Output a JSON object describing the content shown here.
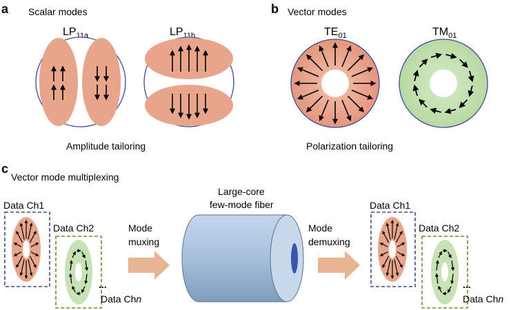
{
  "panels": {
    "a": {
      "letter": "a",
      "title": "Scalar modes",
      "mode_left": {
        "main": "LP",
        "sub": "11a"
      },
      "mode_right": {
        "main": "LP",
        "sub": "11b"
      },
      "caption": "Amplitude tailoring"
    },
    "b": {
      "letter": "b",
      "title": "Vector modes",
      "mode_left": {
        "main": "TE",
        "sub": "01"
      },
      "mode_right": {
        "main": "TM",
        "sub": "01"
      },
      "caption": "Polarization tailoring"
    },
    "c": {
      "letter": "c",
      "title": "Vector mode multiplexing",
      "input": {
        "ch1": "Data Ch1",
        "ch2": "Data Ch2",
        "dots": "...",
        "chn_prefix": "Data Ch",
        "chn_var": "n"
      },
      "mux": {
        "line1": "Mode",
        "line2": "muxing"
      },
      "fiber": {
        "line1": "Large-core",
        "line2": "few-mode fiber"
      },
      "demux": {
        "line1": "Mode",
        "line2": "demuxing"
      },
      "output": {
        "ch1": "Data Ch1",
        "ch2": "Data Ch2",
        "dots": "...",
        "chn_prefix": "Data Ch",
        "chn_var": "n"
      }
    }
  },
  "colors": {
    "salmon": "#e9a48c",
    "salmon_dark": "#e08a72",
    "green": "#c7e2b5",
    "green_dark": "#b3d69d",
    "outline": "#3c4a9c",
    "fiber": "#aec6df",
    "fiber_face": "#c6d8ea",
    "fiber_core": "#3a56a8",
    "mux_arrow": "#e8b493",
    "box_blue": "#3c4a9c",
    "box_green": "#6b8a3a"
  }
}
